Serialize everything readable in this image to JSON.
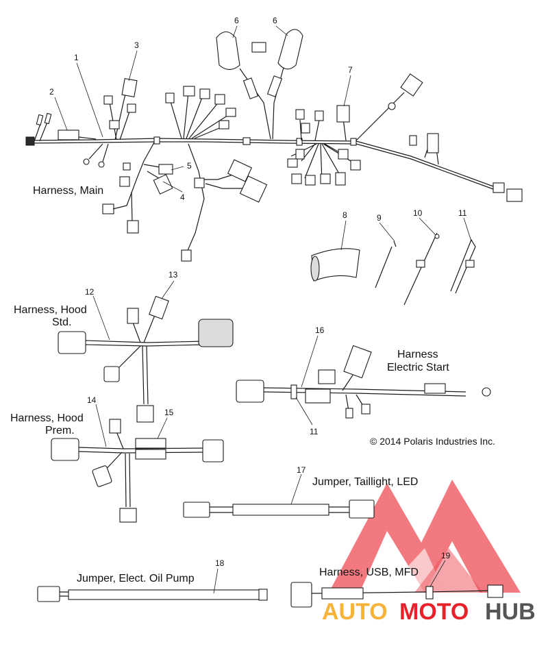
{
  "labels": {
    "harness_main": "Harness, Main",
    "harness_hood_std_line1": "Harness, Hood",
    "harness_hood_std_line2": "Std.",
    "harness_hood_prem_line1": "Harness, Hood",
    "harness_hood_prem_line2": "Prem.",
    "harness_electric_start_line1": "Harness",
    "harness_electric_start_line2": "Electric Start",
    "jumper_taillight": "Jumper, Taillight, LED",
    "jumper_oil_pump": "Jumper, Elect. Oil Pump",
    "harness_usb": "Harness, USB, MFD"
  },
  "copyright": "© 2014 Polaris Industries Inc.",
  "callouts": {
    "c1": "1",
    "c2": "2",
    "c3": "3",
    "c4": "4",
    "c5": "5",
    "c6a": "6",
    "c6b": "6",
    "c7": "7",
    "c8": "8",
    "c9": "9",
    "c10": "10",
    "c11a": "11",
    "c11b": "11",
    "c12": "12",
    "c13": "13",
    "c14": "14",
    "c15": "15",
    "c16": "16",
    "c17": "17",
    "c18": "18",
    "c19": "19"
  },
  "watermark": {
    "text_auto": "AUTO",
    "text_moto": "MOTO",
    "text_hub": "HUB",
    "color_red": "#e8202a",
    "color_yellow": "#f6b33a",
    "color_gray": "#555555"
  }
}
